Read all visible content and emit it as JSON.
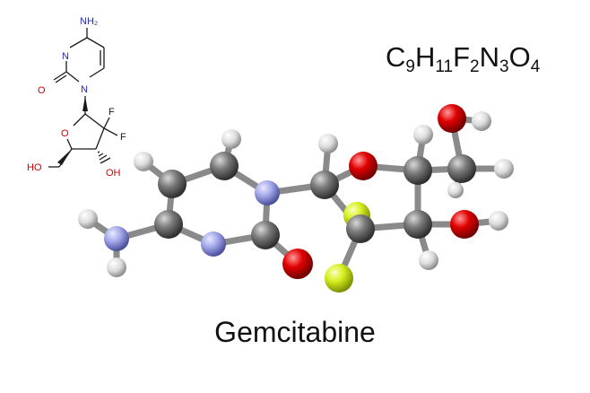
{
  "molecule": {
    "name": "Gemcitabine",
    "formula": [
      {
        "el": "C",
        "n": "9"
      },
      {
        "el": "H",
        "n": "11"
      },
      {
        "el": "F",
        "n": "2"
      },
      {
        "el": "N",
        "n": "3"
      },
      {
        "el": "O",
        "n": "4"
      }
    ]
  },
  "skeletal": {
    "labels": {
      "nh2": "NH₂",
      "n3": "N",
      "n1": "N",
      "o_carbonyl": "O",
      "o_ring": "O",
      "f1": "F",
      "f2": "F",
      "oh_left": "HO",
      "oh_right": "OH"
    }
  },
  "colors": {
    "carbon": "#7a7a7a",
    "hydrogen": "#e8e8e8",
    "nitrogen": "#9ea3e6",
    "oxygen": "#e00000",
    "fluorine": "#d6f020",
    "bond": "#8a8a8a",
    "skeletal_bond": "#1a1a1a",
    "skeletal_n": "#1f2ab8",
    "skeletal_o": "#cc0000"
  }
}
